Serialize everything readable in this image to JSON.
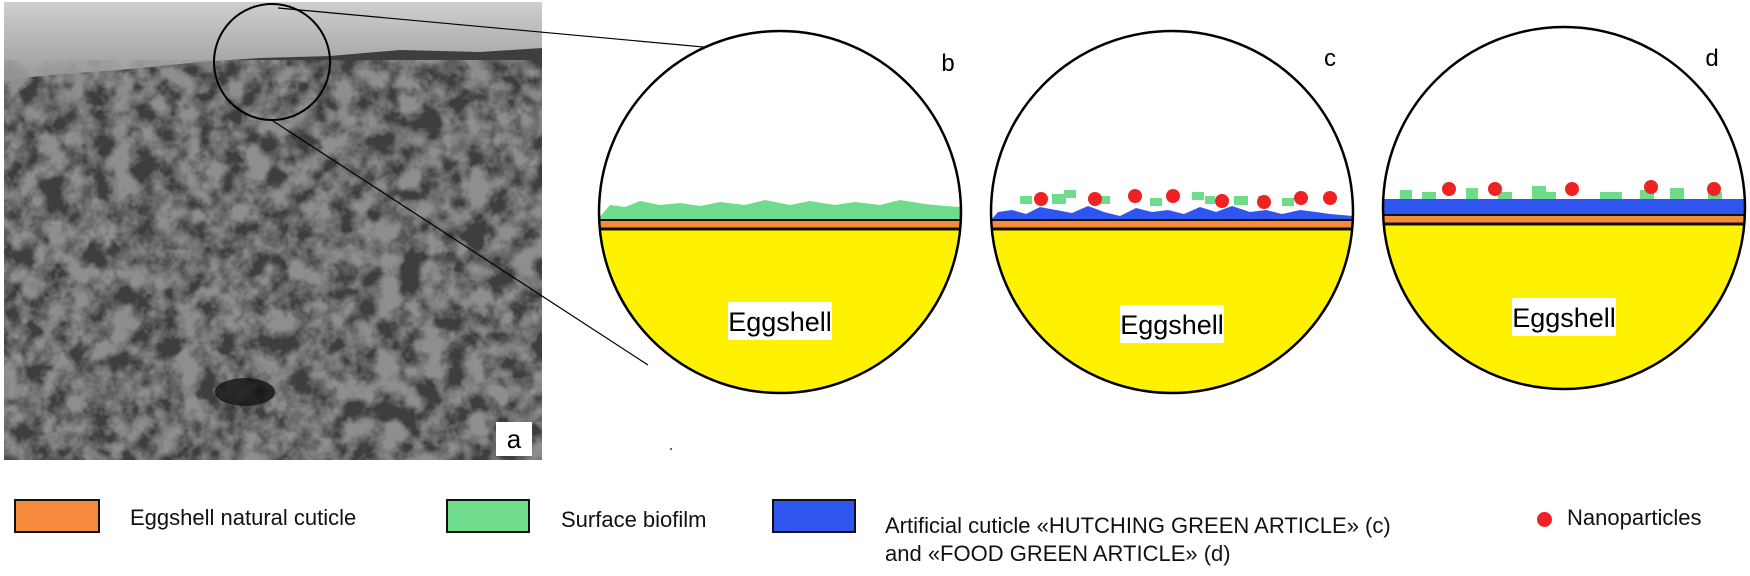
{
  "colors": {
    "natural_cuticle": "#f58a3c",
    "surface_biofilm": "#6fdc8c",
    "artificial_cuticle": "#2f55f0",
    "nanoparticles": "#ee2222",
    "eggshell": "#fff200",
    "outline": "#111111",
    "sem_background": "#4a4a4a"
  },
  "panels": [
    {
      "letter": "a"
    },
    {
      "letter": "b",
      "eggshell_label": "Eggshell"
    },
    {
      "letter": "c",
      "eggshell_label": "Eggshell"
    },
    {
      "letter": "d",
      "eggshell_label": "Eggshell"
    }
  ],
  "legend": {
    "natural_cuticle": "Eggshell natural cuticle",
    "surface_biofilm": "Surface biofilm",
    "artificial_cuticle_line1": "Artificial cuticle «HUTCHING GREEN ARTICLE» (c)",
    "artificial_cuticle_line2": "and «FOOD  GREEN ARTICLE» (d)",
    "nanoparticles": "Nanoparticles"
  }
}
